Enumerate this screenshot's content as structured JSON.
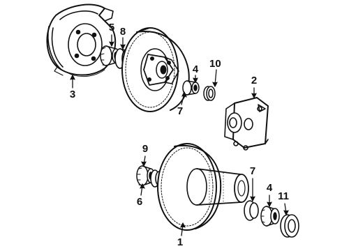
{
  "diagram": {
    "callouts": [
      {
        "id": "c1",
        "label": "1"
      },
      {
        "id": "c2",
        "label": "2"
      },
      {
        "id": "c3",
        "label": "3"
      },
      {
        "id": "c4a",
        "label": "4"
      },
      {
        "id": "c4b",
        "label": "4"
      },
      {
        "id": "c5",
        "label": "5"
      },
      {
        "id": "c6",
        "label": "6"
      },
      {
        "id": "c7a",
        "label": "7"
      },
      {
        "id": "c7b",
        "label": "7"
      },
      {
        "id": "c8",
        "label": "8"
      },
      {
        "id": "c9",
        "label": "9"
      },
      {
        "id": "c10",
        "label": "10"
      },
      {
        "id": "c11",
        "label": "11"
      }
    ]
  }
}
